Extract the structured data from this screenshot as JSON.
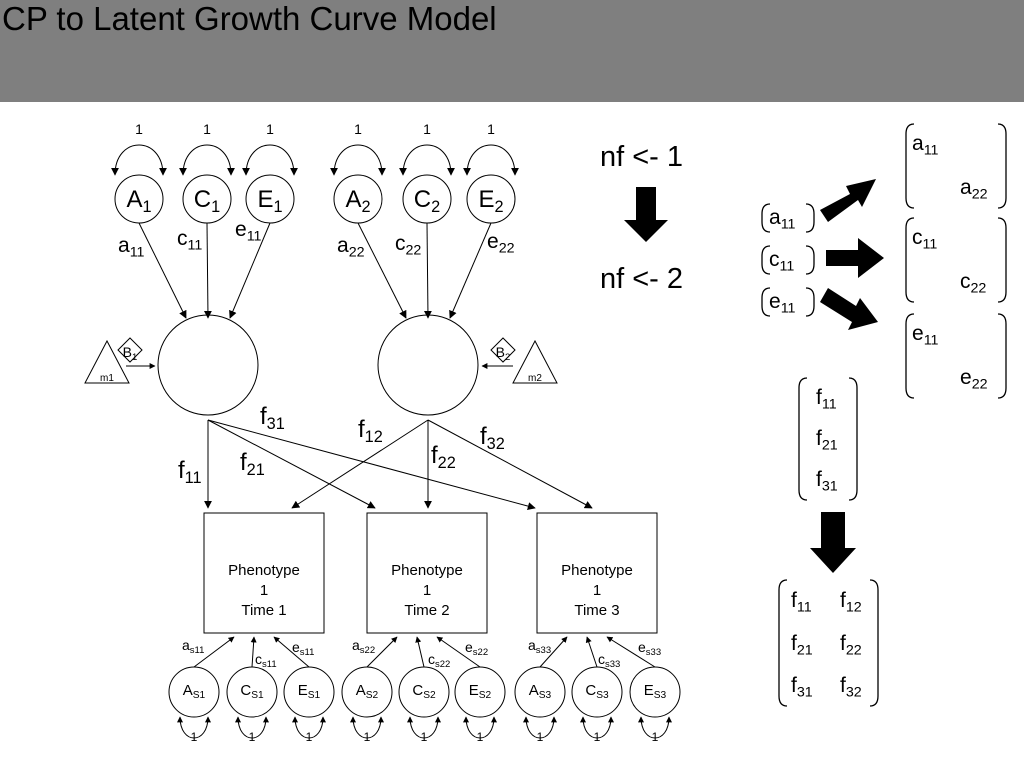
{
  "title": "CP to Latent Growth Curve Model",
  "colors": {
    "header_bg": "#7f7f7f",
    "ink": "#000000"
  },
  "variance_label": "1",
  "top_factors": [
    {
      "id": "A1",
      "base": "A",
      "sub": "1",
      "path": "a",
      "path_sub": "11"
    },
    {
      "id": "C1",
      "base": "C",
      "sub": "1",
      "path": "c",
      "path_sub": "11"
    },
    {
      "id": "E1",
      "base": "E",
      "sub": "1",
      "path": "e",
      "path_sub": "11"
    },
    {
      "id": "A2",
      "base": "A",
      "sub": "2",
      "path": "a",
      "path_sub": "22"
    },
    {
      "id": "C2",
      "base": "C",
      "sub": "2",
      "path": "c",
      "path_sub": "22"
    },
    {
      "id": "E2",
      "base": "E",
      "sub": "2",
      "path": "e",
      "path_sub": "22"
    }
  ],
  "means": [
    {
      "id": "m1",
      "label": "m1",
      "path": "B",
      "path_sub": "1"
    },
    {
      "id": "m2",
      "label": "m2",
      "path": "B",
      "path_sub": "2"
    }
  ],
  "loadings": [
    {
      "id": "f11",
      "base": "f",
      "sub": "11"
    },
    {
      "id": "f21",
      "base": "f",
      "sub": "21"
    },
    {
      "id": "f31",
      "base": "f",
      "sub": "31"
    },
    {
      "id": "f12",
      "base": "f",
      "sub": "12"
    },
    {
      "id": "f22",
      "base": "f",
      "sub": "22"
    },
    {
      "id": "f32",
      "base": "f",
      "sub": "32"
    }
  ],
  "phenotypes": [
    {
      "line1": "Phenotype",
      "line2": "1",
      "line3": "Time 1"
    },
    {
      "line1": "Phenotype",
      "line2": "1",
      "line3": "Time 2"
    },
    {
      "line1": "Phenotype",
      "line2": "1",
      "line3": "Time 3"
    }
  ],
  "specific_factors": [
    {
      "base": "A",
      "sub": "S1",
      "path": "a",
      "path_sub": "s11"
    },
    {
      "base": "C",
      "sub": "S1",
      "path": "c",
      "path_sub": "s11"
    },
    {
      "base": "E",
      "sub": "S1",
      "path": "e",
      "path_sub": "s11"
    },
    {
      "base": "A",
      "sub": "S2",
      "path": "a",
      "path_sub": "s22"
    },
    {
      "base": "C",
      "sub": "S2",
      "path": "c",
      "path_sub": "s22"
    },
    {
      "base": "E",
      "sub": "S2",
      "path": "e",
      "path_sub": "s22"
    },
    {
      "base": "A",
      "sub": "S3",
      "path": "a",
      "path_sub": "s33"
    },
    {
      "base": "C",
      "sub": "S3",
      "path": "c",
      "path_sub": "s33"
    },
    {
      "base": "E",
      "sub": "S3",
      "path": "e",
      "path_sub": "s33"
    }
  ],
  "nf_lines": [
    "nf <- 1",
    "nf <- 2"
  ],
  "small_matrix": [
    {
      "base": "a",
      "sub": "11"
    },
    {
      "base": "c",
      "sub": "11"
    },
    {
      "base": "e",
      "sub": "11"
    }
  ],
  "diag_matrices": [
    [
      {
        "base": "a",
        "sub": "11"
      },
      {
        "base": "a",
        "sub": "22"
      }
    ],
    [
      {
        "base": "c",
        "sub": "11"
      },
      {
        "base": "c",
        "sub": "22"
      }
    ],
    [
      {
        "base": "e",
        "sub": "11"
      },
      {
        "base": "e",
        "sub": "22"
      }
    ]
  ],
  "f_column": [
    {
      "base": "f",
      "sub": "11"
    },
    {
      "base": "f",
      "sub": "21"
    },
    {
      "base": "f",
      "sub": "31"
    }
  ],
  "f_matrix": [
    [
      {
        "base": "f",
        "sub": "11"
      },
      {
        "base": "f",
        "sub": "12"
      }
    ],
    [
      {
        "base": "f",
        "sub": "21"
      },
      {
        "base": "f",
        "sub": "22"
      }
    ],
    [
      {
        "base": "f",
        "sub": "31"
      },
      {
        "base": "f",
        "sub": "32"
      }
    ]
  ]
}
